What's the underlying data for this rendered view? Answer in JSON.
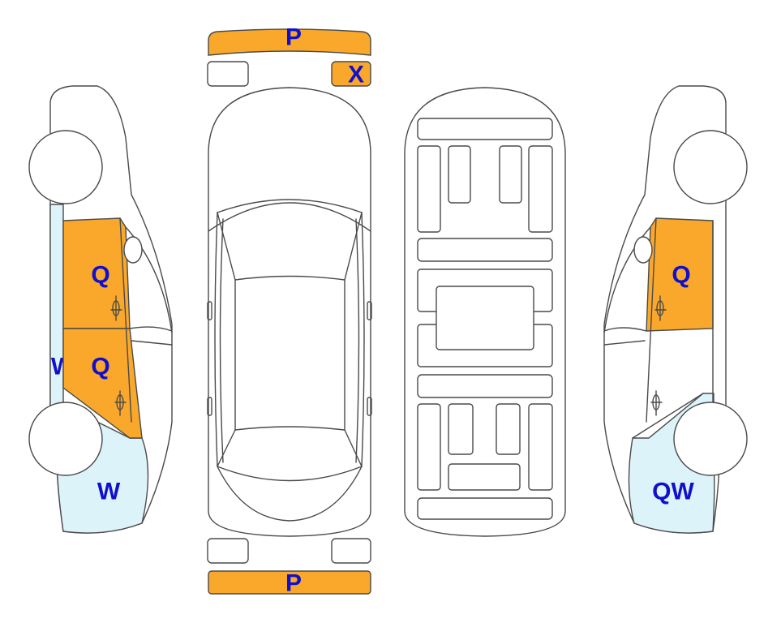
{
  "colors": {
    "orange": "#F9A82B",
    "light_blue": "#DDF3FA",
    "outline": "#4a4a4a",
    "label": "#1010CC"
  },
  "parts": {
    "front_bumper": {
      "code": "P",
      "fill": "orange"
    },
    "rear_bumper": {
      "code": "P",
      "fill": "orange"
    },
    "right_headlight": {
      "code": "X",
      "fill": "orange"
    },
    "left_headlight": {
      "code": "",
      "fill": "none"
    },
    "left_rear_lamp": {
      "code": "",
      "fill": "none"
    },
    "right_rear_lamp": {
      "code": "",
      "fill": "none"
    },
    "left_front_door": {
      "code": "Q",
      "fill": "orange"
    },
    "left_rear_door": {
      "code": "Q",
      "fill": "orange"
    },
    "left_rocker": {
      "code": "W",
      "fill": "light_blue"
    },
    "left_rear_quarter": {
      "code": "W",
      "fill": "light_blue"
    },
    "right_front_door": {
      "code": "Q",
      "fill": "orange"
    },
    "right_rear_quarter": {
      "code": "QW",
      "fill": "light_blue"
    }
  }
}
